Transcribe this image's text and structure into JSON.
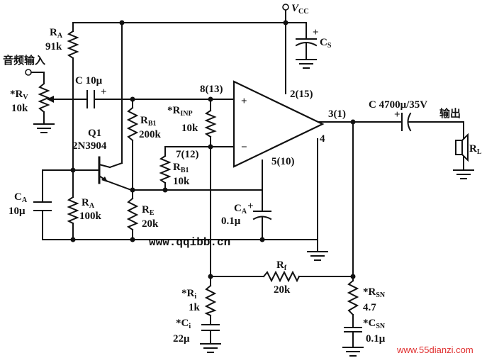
{
  "supply": {
    "vcc_label": "V",
    "vcc_sub": "CC",
    "cs_label": "C",
    "cs_sub": "S"
  },
  "input": {
    "title": "音频输入",
    "rv_label": "*R",
    "rv_sub": "V",
    "rv_value": "10k"
  },
  "components": {
    "ra_top": {
      "label": "R",
      "sub": "A",
      "value": "91k"
    },
    "c_in": {
      "label": "C 10μ",
      "plus": "+"
    },
    "q1": {
      "name": "Q1",
      "part": "2N3904"
    },
    "ca_left": {
      "label": "C",
      "sub": "A",
      "value": "10μ"
    },
    "ra_bot": {
      "label": "R",
      "sub": "A",
      "value": "100k"
    },
    "rb1_top": {
      "label": "R",
      "sub": "B1",
      "value": "200k"
    },
    "re": {
      "label": "R",
      "sub": "E",
      "value": "20k"
    },
    "rinp": {
      "label": "*R",
      "sub": "INP",
      "value": "10k"
    },
    "rb1_mid": {
      "label": "R",
      "sub": "B1",
      "value": "10k"
    },
    "ca_right": {
      "label": "C",
      "sub": "A",
      "plus": "+",
      "value": "0.1μ"
    },
    "rf": {
      "label": "R",
      "sub": "f",
      "value": "20k"
    },
    "ri": {
      "label": "*R",
      "sub": "i",
      "value": "1k"
    },
    "ci": {
      "label": "*C",
      "sub": "i",
      "value": "22μ"
    },
    "rsn": {
      "label": "*R",
      "sub": "SN",
      "value": "4.7"
    },
    "csn": {
      "label": "*C",
      "sub": "SN",
      "value": "0.1μ"
    },
    "c_out": {
      "label": "C 4700μ/35V",
      "plus": "+"
    },
    "rl": {
      "label": "R",
      "sub": "L"
    }
  },
  "amplifier": {
    "plus": "+",
    "minus": "−",
    "pin_noninv": "8(13)",
    "pin_vcc": "2(15)",
    "pin_out": "3(1)",
    "pin_gnd": "4",
    "pin_inv": "7(12)",
    "pin_bypass": "5(10)"
  },
  "output": {
    "title": "输出"
  },
  "watermarks": {
    "center": "www.qqibb.cn",
    "corner": "www.55dianzi.com"
  }
}
